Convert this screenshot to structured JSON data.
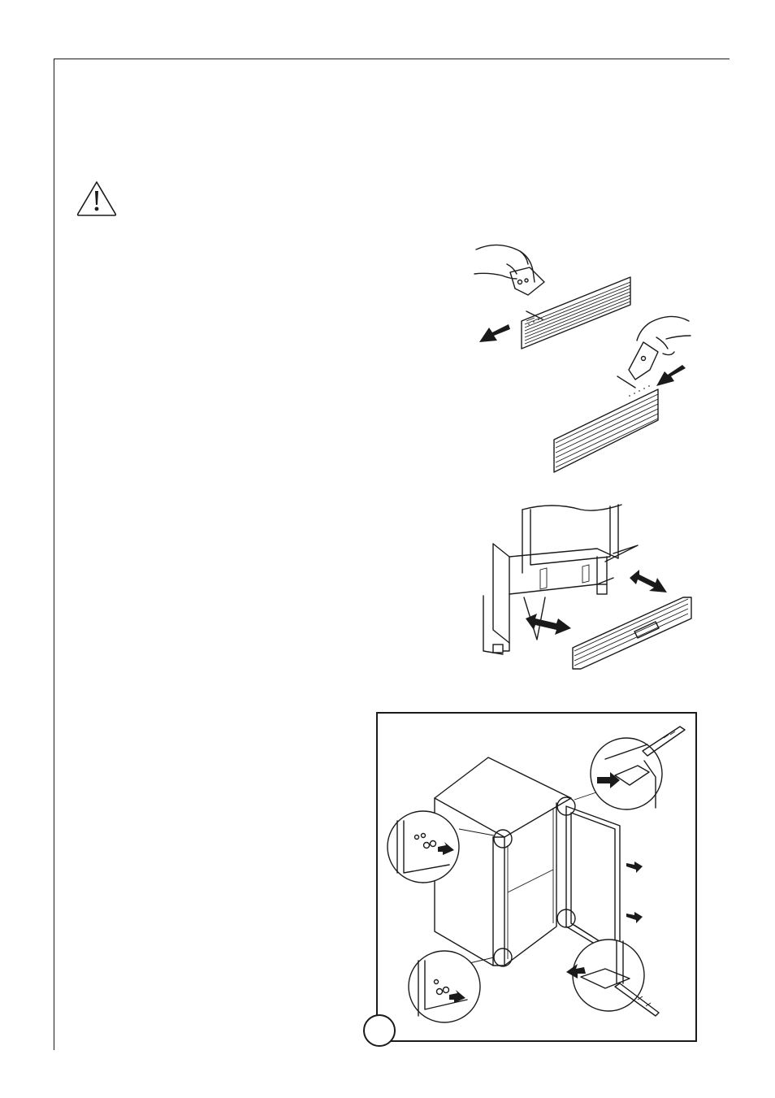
{
  "page": {
    "warning_icon": "warning-triangle-icon",
    "illustrations": [
      "grille-removal-drawing",
      "plinth-drawing",
      "door-hinge-removal-drawing"
    ]
  }
}
